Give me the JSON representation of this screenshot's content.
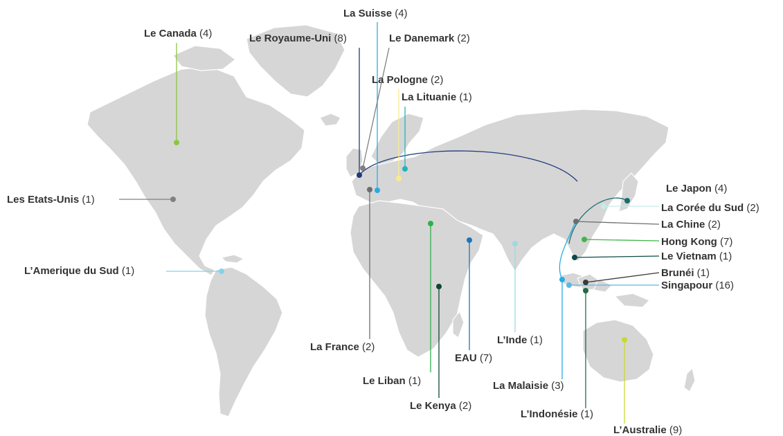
{
  "colors": {
    "land": "#d6d6d6",
    "label_text": "#333333",
    "background": "#ffffff"
  },
  "locations": [
    {
      "id": "canada",
      "name": "Le Canada",
      "count": "(4)",
      "color": "#8cc63f"
    },
    {
      "id": "royaume-uni",
      "name": "Le Royaume-Uni",
      "count": "(8)",
      "color": "#1f3a7a"
    },
    {
      "id": "suisse",
      "name": "La Suisse",
      "count": "(4)",
      "color": "#29abe2"
    },
    {
      "id": "danemark",
      "name": "Le Danemark",
      "count": "(2)",
      "color": "#808080"
    },
    {
      "id": "pologne",
      "name": "La Pologne",
      "count": "(2)",
      "color": "#f7ec8b"
    },
    {
      "id": "lituanie",
      "name": "La Lituanie",
      "count": "(1)",
      "color": "#22b5b5"
    },
    {
      "id": "etats-unis",
      "name": "Les Etats-Unis",
      "count": "(1)",
      "color": "#808080"
    },
    {
      "id": "amerique-du-sud",
      "name": "L’Amerique du Sud",
      "count": "(1)",
      "color": "#7fd3f0"
    },
    {
      "id": "france",
      "name": "La France",
      "count": "(2)",
      "color": "#6d6d6d"
    },
    {
      "id": "liban",
      "name": "Le Liban",
      "count": "(1)",
      "color": "#2bb24c"
    },
    {
      "id": "kenya",
      "name": "Le Kenya",
      "count": "(2)",
      "color": "#0e4630"
    },
    {
      "id": "eau",
      "name": "EAU",
      "count": "(7)",
      "color": "#1b75bb"
    },
    {
      "id": "inde",
      "name": "L’Inde",
      "count": "(1)",
      "color": "#9dd9e0"
    },
    {
      "id": "malaisie",
      "name": "La Malaisie",
      "count": "(3)",
      "color": "#29abe2"
    },
    {
      "id": "indonesie",
      "name": "L’Indonésie",
      "count": "(1)",
      "color": "#1e6b45"
    },
    {
      "id": "australie",
      "name": "L’Australie",
      "count": "(9)",
      "color": "#c8d932"
    },
    {
      "id": "japon",
      "name": "Le Japon",
      "count": "(4)",
      "color": "#1a6b70"
    },
    {
      "id": "coree-du-sud",
      "name": "La Corée du Sud",
      "count": "(2)",
      "color": "#c5ece6"
    },
    {
      "id": "chine",
      "name": "La Chine",
      "count": "(2)",
      "color": "#6d6d6d"
    },
    {
      "id": "hong-kong",
      "name": "Hong Kong",
      "count": "(7)",
      "color": "#41b549"
    },
    {
      "id": "vietnam",
      "name": "Le Vietnam",
      "count": "(1)",
      "color": "#0c4a45"
    },
    {
      "id": "brunei",
      "name": "Brunéi",
      "count": "(1)",
      "color": "#3a3a3a"
    },
    {
      "id": "singapour",
      "name": "Singapour",
      "count": "(16)",
      "color": "#5bb8e6"
    }
  ]
}
